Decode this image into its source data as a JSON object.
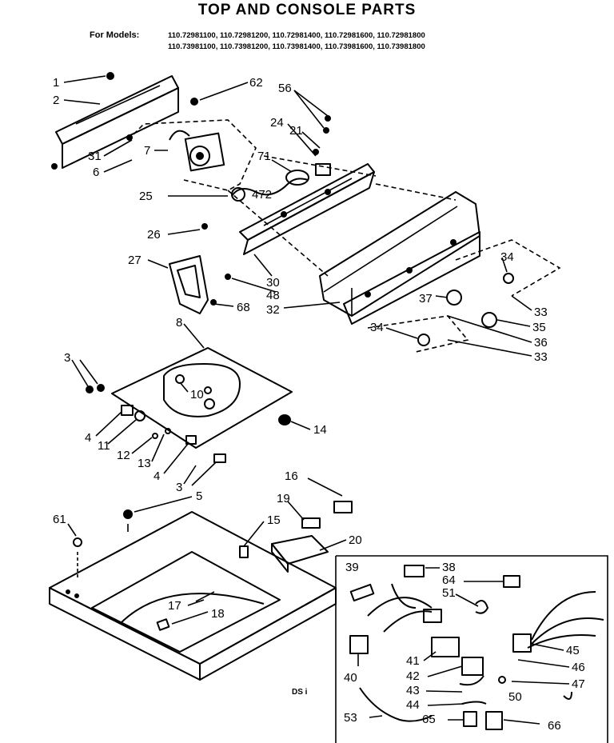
{
  "title": "TOP AND CONSOLE PARTS",
  "models_label": "For Models:",
  "model_lines": [
    "110.72981100, 110.72981200, 110.72981400, 110.72981600, 110.72981800",
    "110.73981100, 110.73981200, 110.73981400, 110.73981600, 110.73981800"
  ],
  "footnote": "DS i",
  "callouts": [
    "1",
    "2",
    "62",
    "56",
    "24",
    "21",
    "31",
    "6",
    "7",
    "71",
    "25",
    "472",
    "26",
    "27",
    "30",
    "48",
    "68",
    "32",
    "34",
    "37",
    "33",
    "35",
    "36",
    "8",
    "3",
    "10",
    "14",
    "4",
    "11",
    "12",
    "13",
    "5",
    "16",
    "61",
    "15",
    "19",
    "20",
    "38",
    "39",
    "64",
    "51",
    "17",
    "18",
    "45",
    "46",
    "41",
    "42",
    "40",
    "43",
    "44",
    "47",
    "50",
    "53",
    "65",
    "66"
  ]
}
